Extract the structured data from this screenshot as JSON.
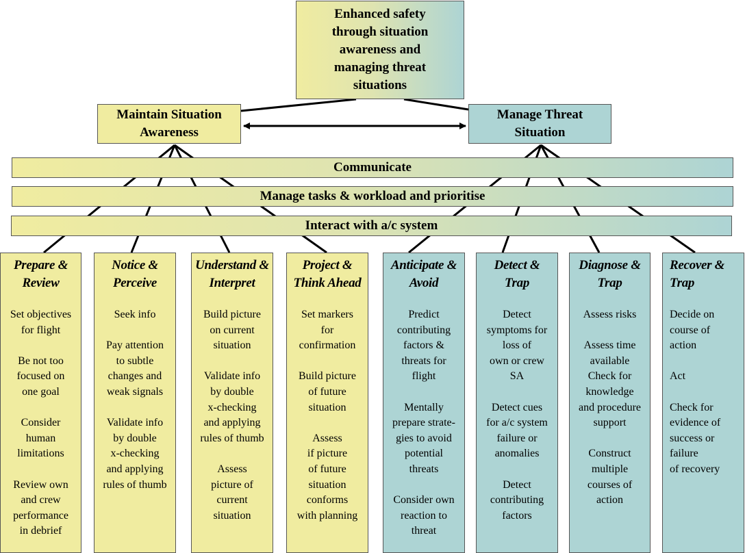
{
  "goal": "Enhanced safety\nthrough situation\nawareness and\nmanaging threat\nsituations",
  "maintain": "Maintain Situation\nAwareness",
  "manage": "Manage Threat\nSituation",
  "bands": {
    "communicate": "Communicate",
    "tasks": "Manage tasks & workload and prioritise",
    "interact": "Interact with a/c system"
  },
  "columns": [
    {
      "title": "Prepare &\nReview",
      "items": [
        "Set objectives\nfor flight",
        "Be not too\nfocused on\none goal",
        "Consider\nhuman\nlimitations",
        "Review own\nand crew\nperformance\nin debrief"
      ]
    },
    {
      "title": "Notice &\nPerceive",
      "items": [
        "Seek info",
        "Pay attention\nto subtle\nchanges and\nweak signals",
        "Validate info\nby double\nx-checking\nand applying\nrules of thumb"
      ]
    },
    {
      "title": "Understand &\nInterpret",
      "items": [
        "Build picture\non current\nsituation",
        "Validate info\nby double\nx-checking\nand applying\nrules of thumb",
        "Assess\npicture of\ncurrent\nsituation"
      ]
    },
    {
      "title": "Project &\nThink Ahead",
      "items": [
        "Set markers\nfor\nconfirmation",
        "Build picture\nof future\nsituation",
        "Assess\nif picture\nof future\nsituation\nconforms\nwith planning"
      ]
    },
    {
      "title": "Anticipate &\nAvoid",
      "items": [
        "Predict\ncontributing\nfactors &\nthreats for\nflight",
        "Mentally\nprepare strate-\ngies to avoid\npotential\nthreats",
        "Consider own\nreaction to\nthreat"
      ]
    },
    {
      "title": "Detect &\nTrap",
      "items": [
        "Detect\nsymptoms for\nloss of\nown or crew\nSA",
        "Detect cues\nfor a/c system\nfailure or\nanomalies",
        "Detect\ncontributing\nfactors"
      ]
    },
    {
      "title": "Diagnose &\nTrap",
      "items": [
        "Assess risks",
        "Assess time\navailable\nCheck for\nknowledge\nand procedure\nsupport",
        "Construct\nmultiple\ncourses of\naction"
      ]
    },
    {
      "title": "Recover &\nTrap",
      "items": [
        "Decide on\ncourse of\naction",
        "Act",
        "Check for\nevidence of\nsuccess or\nfailure\nof recovery"
      ]
    }
  ]
}
